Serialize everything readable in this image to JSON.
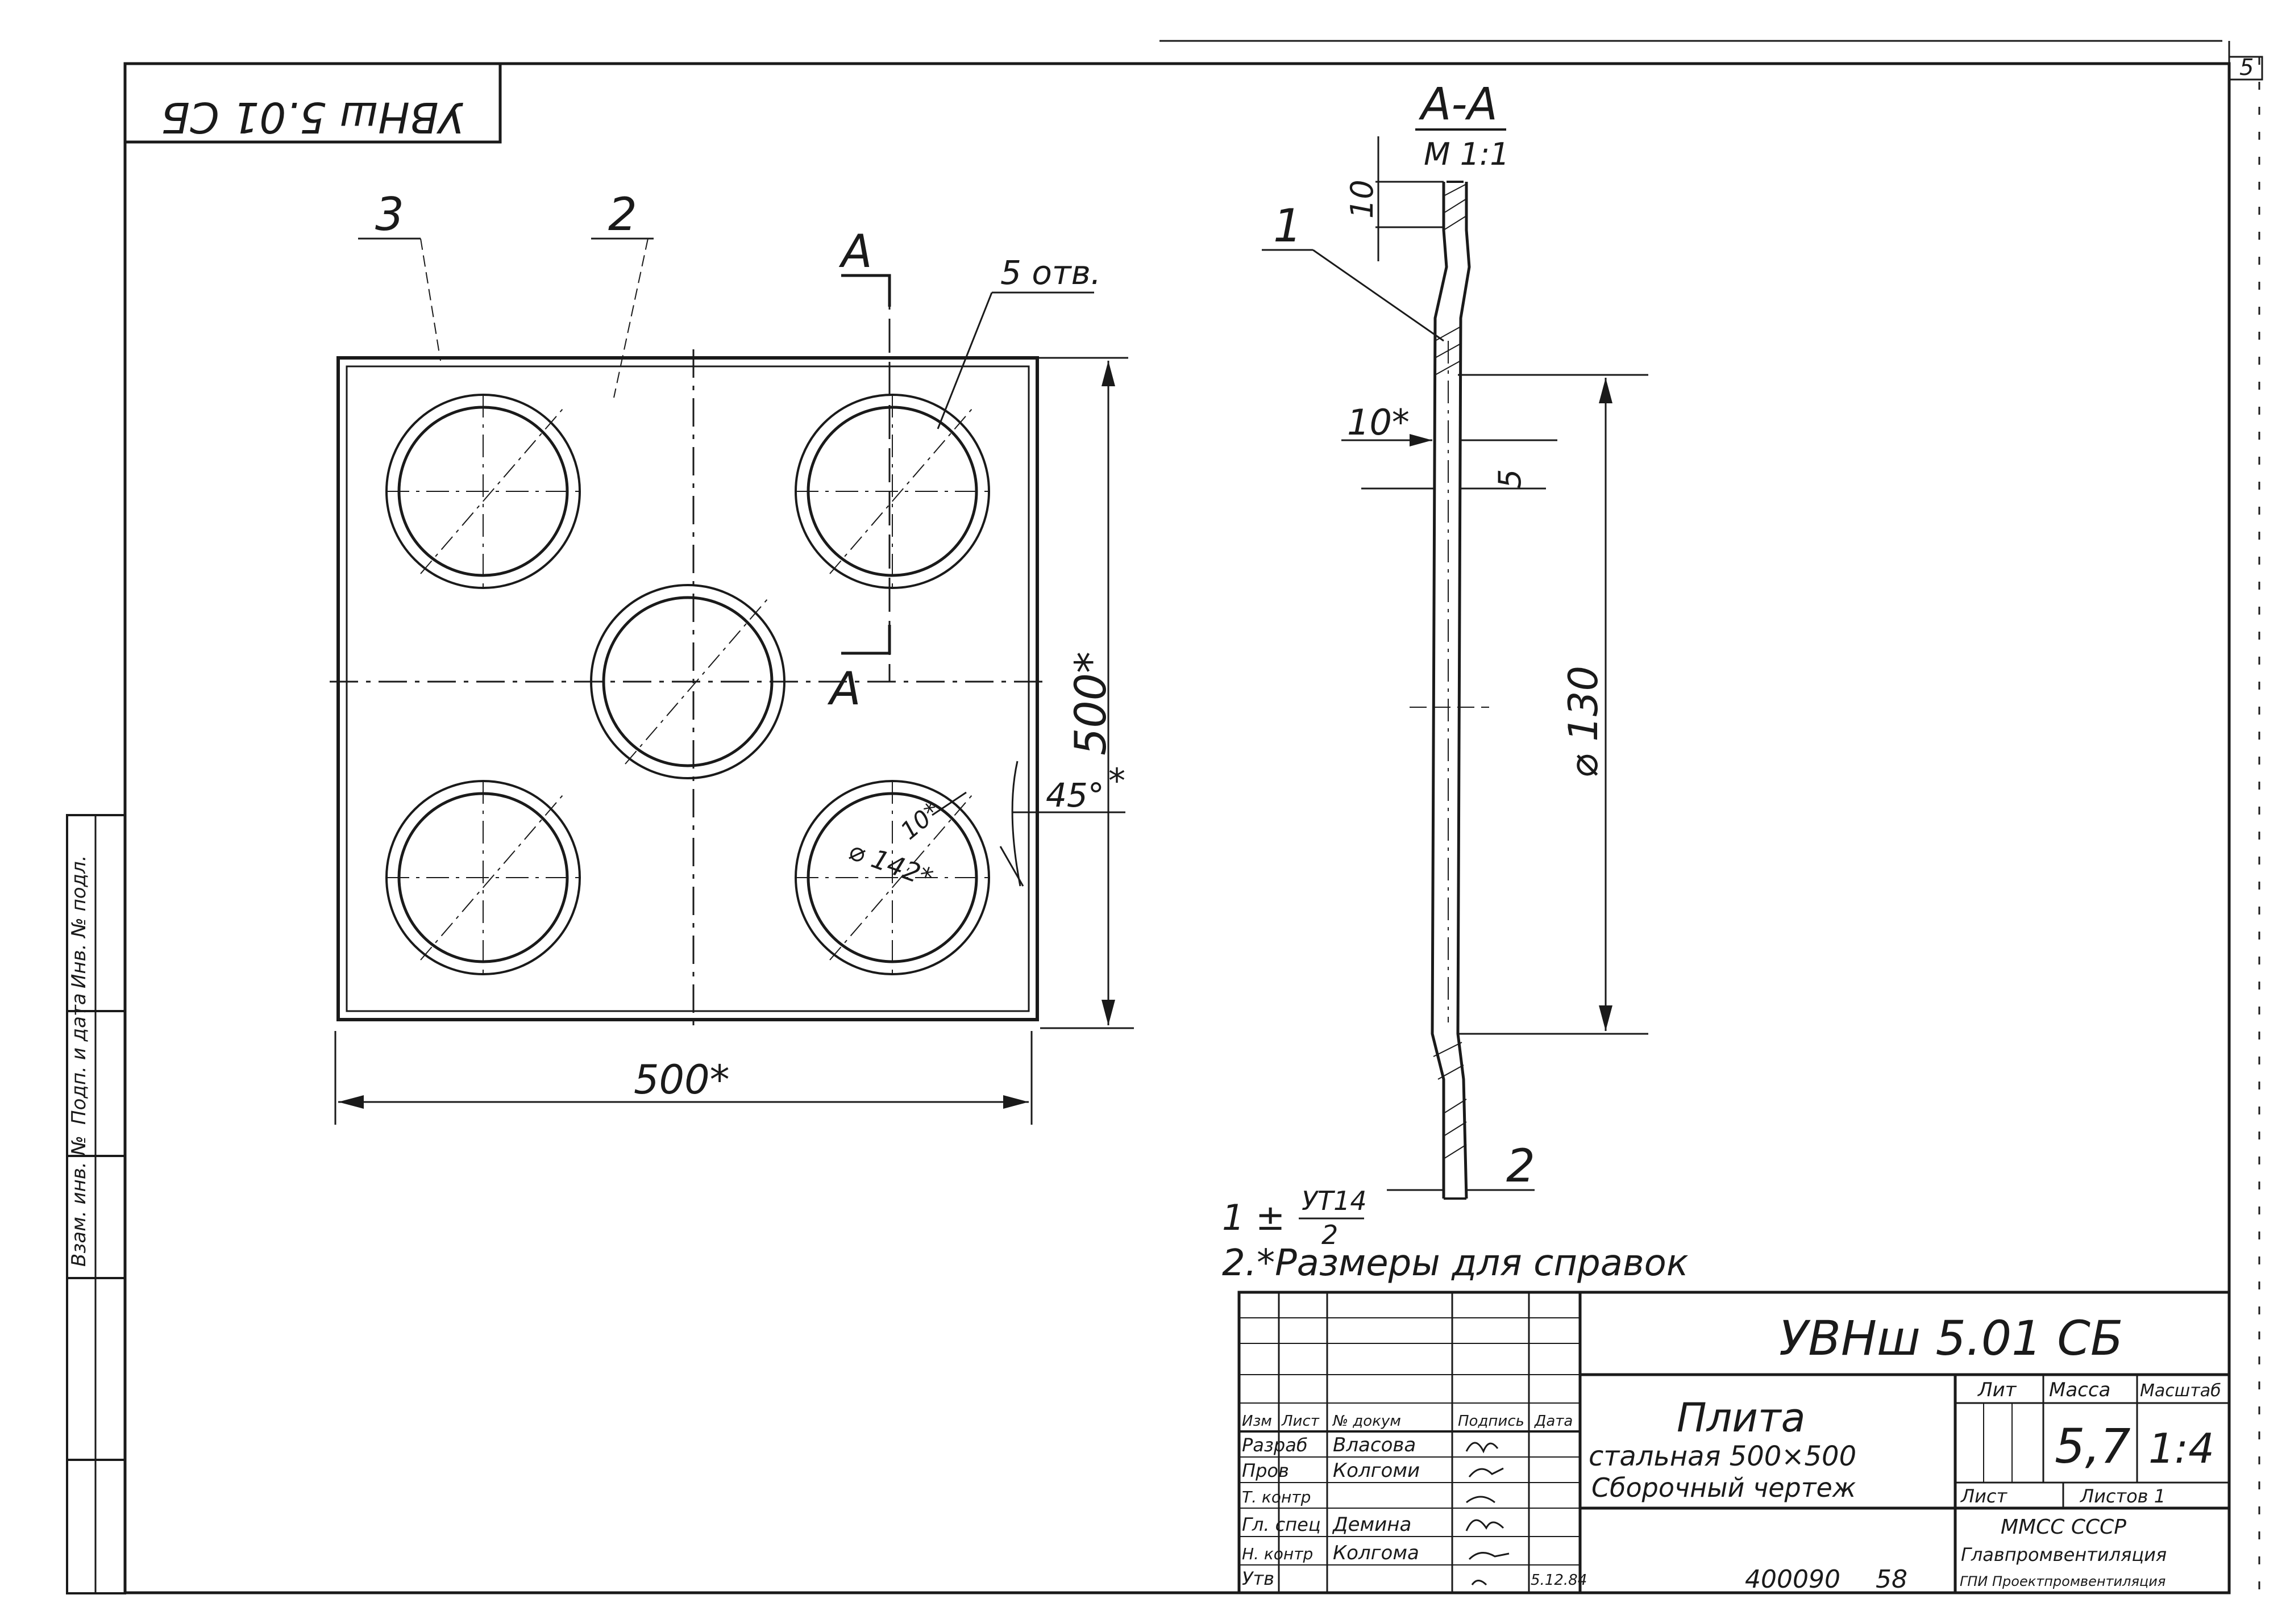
{
  "corner_number": "5",
  "stamp_code": "УВНш 5.01 СБ",
  "section": {
    "title": "А-А",
    "scale": "М 1:1"
  },
  "cut_labels": [
    "А",
    "А"
  ],
  "callouts": {
    "part1": "1",
    "part2": "2",
    "part3": "3",
    "holes": "5 отв."
  },
  "dimensions": {
    "width": "500*",
    "height": "500*",
    "star": "*",
    "angle": "45°",
    "hole_dia": "⌀ 142*",
    "hole_gap": "10*",
    "thickness_top": "10",
    "edge": "10*",
    "sheet": "5",
    "inner_dia": "⌀ 130",
    "bottom_callout": "2"
  },
  "notes": {
    "note1_prefix": "1 ±",
    "note1_num": "УТ14",
    "note1_den": "2",
    "note2": "2.*Размеры для справок"
  },
  "side_strip": [
    "Взам. инв. №",
    "Подп. и дата",
    "Инв. № подл."
  ],
  "title_block": {
    "designation": "УВНш 5.01 СБ",
    "name_line1": "Плита",
    "name_line2": "стальная 500×500",
    "name_line3": "Сборочный чертеж",
    "headers": [
      "Изм",
      "Лист",
      "№ докум",
      "Подпись",
      "Дата"
    ],
    "rows": [
      {
        "role": "Разраб",
        "person": "Власова",
        "sign": "",
        "date": ""
      },
      {
        "role": "Пров",
        "person": "Колгоми",
        "sign": "",
        "date": ""
      },
      {
        "role": "Т. контр",
        "person": "",
        "sign": "",
        "date": ""
      },
      {
        "role": "Гл. спец",
        "person": "Демина",
        "sign": "",
        "date": ""
      },
      {
        "role": "Н. контр",
        "person": "Колгома",
        "sign": "",
        "date": ""
      },
      {
        "role": "Утв",
        "person": "",
        "sign": "",
        "date": "5.12.84"
      }
    ],
    "lit_label": "Лит",
    "mass_label": "Масса",
    "scale_label": "Масштаб",
    "mass_value": "5,7",
    "scale_value": "1:4",
    "sheet_label": "Лист",
    "sheets_label": "Листов 1",
    "org_line1": "ММСС СССР",
    "org_line2": "Главпромвентиляция",
    "org_line3": "ГПИ Проектпромвентиляция",
    "archive_number": "400090",
    "archive_sheet": "58"
  }
}
